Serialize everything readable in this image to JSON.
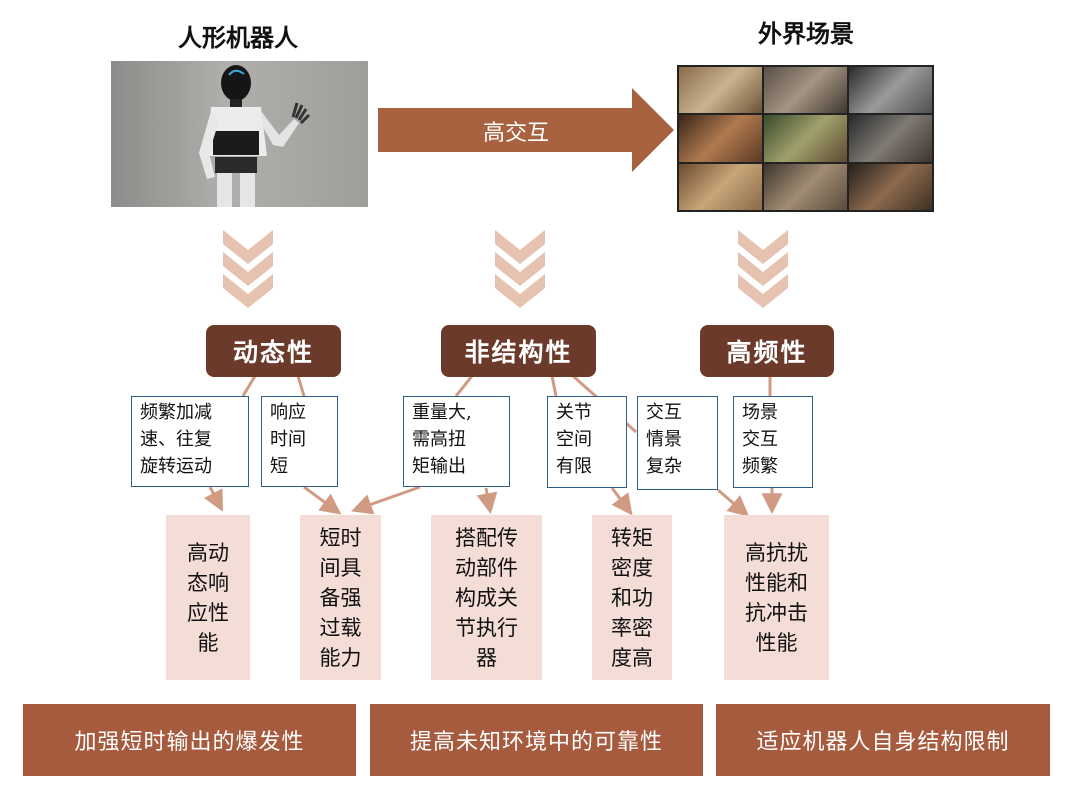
{
  "titles": {
    "robot": "人形机器人",
    "scene": "外界场景"
  },
  "interaction_label": "高交互",
  "categories": [
    {
      "label": "动态性"
    },
    {
      "label": "非结构性"
    },
    {
      "label": "高频性"
    }
  ],
  "notes": [
    {
      "text": "频繁加减\n速、往复\n旋转运动"
    },
    {
      "text": "响应\n时间\n短"
    },
    {
      "text": "重量大,\n需高扭\n矩输出"
    },
    {
      "text": "关节\n空间\n有限"
    },
    {
      "text": "交互\n情景\n复杂"
    },
    {
      "text": "场景\n交互\n频繁"
    }
  ],
  "requirements": [
    {
      "text": "高动\n态响\n应性\n能"
    },
    {
      "text": "短时\n间具\n备强\n过载\n能力"
    },
    {
      "text": "搭配传\n动部件\n构成关\n节执行\n器"
    },
    {
      "text": "转矩\n密度\n和功\n率密\n度高"
    },
    {
      "text": "高抗扰\n性能和\n抗冲击\n性能"
    }
  ],
  "goals": [
    {
      "label": "加强短时输出的爆发性"
    },
    {
      "label": "提高未知环境中的可靠性"
    },
    {
      "label": "适应机器人自身结构限制"
    }
  ],
  "colors": {
    "dark_brown": "#6b3a2a",
    "brown": "#a65b3e",
    "arrow_brown": "#a8623f",
    "chevron": "#e6c2b0",
    "pink": "#f3ddd6",
    "connector": "#d19a82",
    "note_border": "#2e5e8e"
  }
}
